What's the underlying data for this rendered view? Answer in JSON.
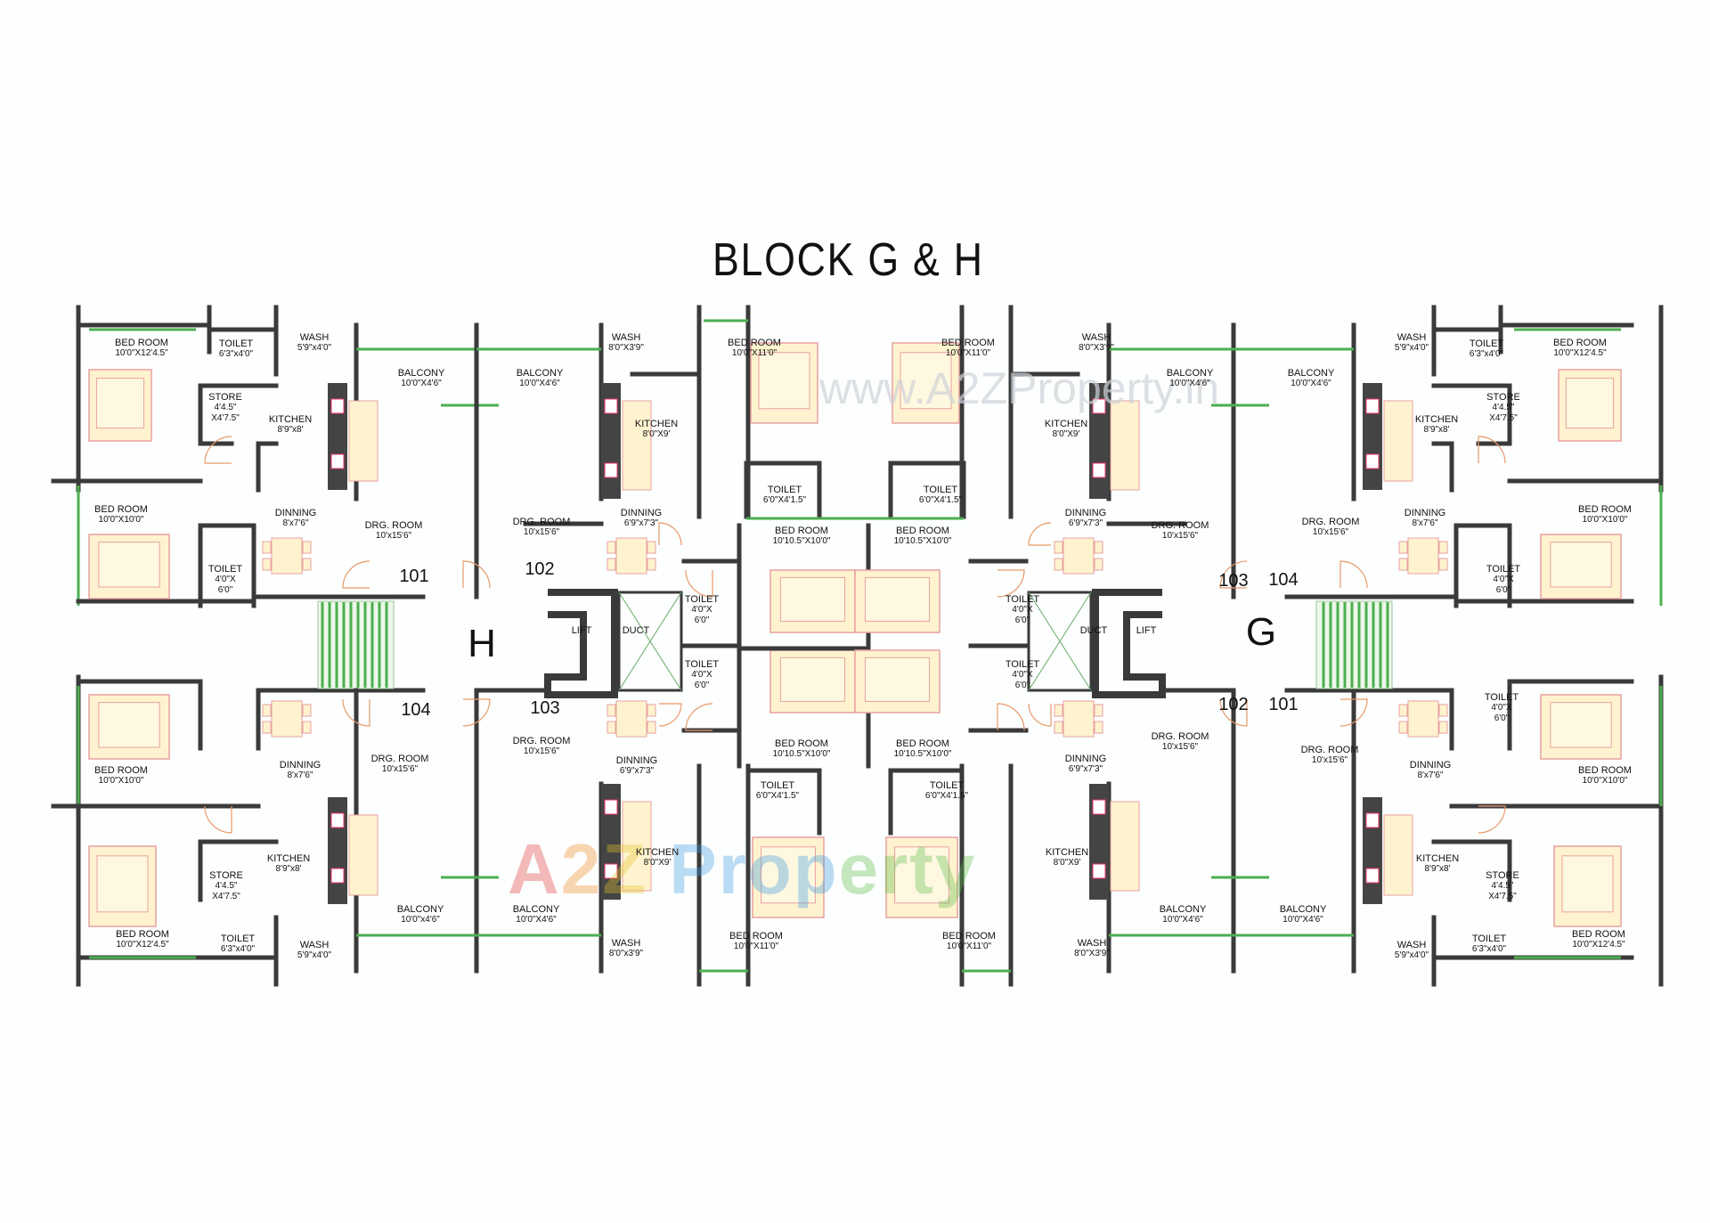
{
  "title": "BLOCK G & H",
  "watermark_url": "www.A2ZProperty.in",
  "watermark_logo": [
    "A",
    "2",
    "Z",
    " Prop",
    "erty"
  ],
  "blocks": {
    "h": "H",
    "g": "G"
  },
  "flats": {
    "h101": "101",
    "h102": "102",
    "h103": "103",
    "h104": "104",
    "g101": "101",
    "g102": "102",
    "g103": "103",
    "g104": "104"
  },
  "rooms": [
    {
      "id": "r1",
      "name": "BED ROOM",
      "dim": "10'0\"X12'4.5\""
    },
    {
      "id": "r2",
      "name": "TOILET",
      "dim": "6'3\"x4'0\""
    },
    {
      "id": "r3",
      "name": "WASH",
      "dim": "5'9\"x4'0\""
    },
    {
      "id": "r4",
      "name": "STORE",
      "dim": "4'4.5\"\nX4'7.5\""
    },
    {
      "id": "r5",
      "name": "KITCHEN",
      "dim": "8'9\"x8'"
    },
    {
      "id": "r6",
      "name": "BALCONY",
      "dim": "10'0\"X4'6\""
    },
    {
      "id": "r7",
      "name": "BED ROOM",
      "dim": "10'0\"X10'0\""
    },
    {
      "id": "r8",
      "name": "DINNING",
      "dim": "8'x7'6\""
    },
    {
      "id": "r9",
      "name": "DRG. ROOM",
      "dim": "10'x15'6\""
    },
    {
      "id": "r10",
      "name": "TOILET",
      "dim": "4'0\"X\n6'0\""
    },
    {
      "id": "r11",
      "name": "BALCONY",
      "dim": "10'0\"X4'6\""
    },
    {
      "id": "r12",
      "name": "WASH",
      "dim": "8'0\"X3'9\""
    },
    {
      "id": "r13",
      "name": "KITCHEN",
      "dim": "8'0\"X9'"
    },
    {
      "id": "r14",
      "name": "BED ROOM",
      "dim": "10'0\"X11'0\""
    },
    {
      "id": "r15",
      "name": "TOILET",
      "dim": "6'0\"X4'1.5\""
    },
    {
      "id": "r16",
      "name": "DRG. ROOM",
      "dim": "10'x15'6\""
    },
    {
      "id": "r17",
      "name": "DINNING",
      "dim": "6'9\"x7'3\""
    },
    {
      "id": "r18",
      "name": "BED ROOM",
      "dim": "10'10.5\"X10'0\""
    },
    {
      "id": "r19",
      "name": "TOILET",
      "dim": "4'0\"X\n6'0\""
    },
    {
      "id": "r20",
      "name": "TOILET",
      "dim": "4'0\"X\n6'0\""
    },
    {
      "id": "r21",
      "name": "BED ROOM",
      "dim": "10'0\"X10'0\""
    },
    {
      "id": "r22",
      "name": "DINNING",
      "dim": "8'x7'6\""
    },
    {
      "id": "r23",
      "name": "DRG. ROOM",
      "dim": "10'x15'6\""
    },
    {
      "id": "r24",
      "name": "DRG. ROOM",
      "dim": "10'x15'6\""
    },
    {
      "id": "r25",
      "name": "DINNING",
      "dim": "6'9\"x7'3\""
    },
    {
      "id": "r26",
      "name": "BED ROOM",
      "dim": "10'10.5\"X10'0\""
    },
    {
      "id": "r27",
      "name": "KITCHEN",
      "dim": "8'9\"x8'"
    },
    {
      "id": "r28",
      "name": "STORE",
      "dim": "4'4.5\"\nX4'7.5\""
    },
    {
      "id": "r29",
      "name": "TOILET",
      "dim": "6'0\"X4'1.5\""
    },
    {
      "id": "r30",
      "name": "KITCHEN",
      "dim": "8'0\"X9'"
    },
    {
      "id": "r31",
      "name": "BED ROOM",
      "dim": "10'0\"X12'4.5\""
    },
    {
      "id": "r32",
      "name": "TOILET",
      "dim": "6'3\"x4'0\""
    },
    {
      "id": "r33",
      "name": "WASH",
      "dim": "5'9\"x4'0\""
    },
    {
      "id": "r34",
      "name": "BALCONY",
      "dim": "10'0\"x4'6\""
    },
    {
      "id": "r35",
      "name": "BALCONY",
      "dim": "10'0\"X4'6\""
    },
    {
      "id": "r36",
      "name": "WASH",
      "dim": "8'0\"x3'9\""
    },
    {
      "id": "r37",
      "name": "BED ROOM",
      "dim": "10'0\"X11'0\""
    },
    {
      "id": "r38",
      "name": "BED ROOM",
      "dim": "10'0\"X11'0\""
    },
    {
      "id": "r39",
      "name": "WASH",
      "dim": "8'0\"X3'9\""
    },
    {
      "id": "r40",
      "name": "BALCONY",
      "dim": "10'0\"X4'6\""
    },
    {
      "id": "r41",
      "name": "BALCONY",
      "dim": "10'0\"X4'6\""
    },
    {
      "id": "r42",
      "name": "WASH",
      "dim": "5'9\"x4'0\""
    },
    {
      "id": "r43",
      "name": "TOILET",
      "dim": "6'3\"x4'0\""
    },
    {
      "id": "r44",
      "name": "BED ROOM",
      "dim": "10'0\"X12'4.5\""
    },
    {
      "id": "r45",
      "name": "STORE",
      "dim": "4'4.5\"\nX4'7.5\""
    },
    {
      "id": "r46",
      "name": "KITCHEN",
      "dim": "8'9\"x8'"
    },
    {
      "id": "r47",
      "name": "KITCHEN",
      "dim": "8'0\"X9'"
    },
    {
      "id": "r48",
      "name": "TOILET",
      "dim": "6'0\"X4'1.5\""
    },
    {
      "id": "r49",
      "name": "BED ROOM",
      "dim": "10'10.5\"X10'0\""
    },
    {
      "id": "r50",
      "name": "DINNING",
      "dim": "6'9\"x7'3\""
    },
    {
      "id": "r51",
      "name": "DRG. ROOM",
      "dim": "10'x15'6\""
    },
    {
      "id": "r52",
      "name": "DRG. ROOM",
      "dim": "10'x15'6\""
    },
    {
      "id": "r53",
      "name": "DINNING",
      "dim": "8'x7'6\""
    },
    {
      "id": "r54",
      "name": "BED ROOM",
      "dim": "10'0\"X10'0\""
    },
    {
      "id": "r55",
      "name": "TOILET",
      "dim": "4'0\"X\n6'0\""
    },
    {
      "id": "r56",
      "name": "TOILET",
      "dim": "4'0\"X\n6'0\""
    },
    {
      "id": "r57",
      "name": "TOILET",
      "dim": "4'0\"X\n6'0\""
    },
    {
      "id": "r58",
      "name": "BED ROOM",
      "dim": "10'10.5\"X10'0\""
    },
    {
      "id": "r59",
      "name": "DINNING",
      "dim": "6'9\"x7'3\""
    },
    {
      "id": "r60",
      "name": "DRG. ROOM",
      "dim": "10'x15'6\""
    },
    {
      "id": "r61",
      "name": "DRG. ROOM",
      "dim": "10'x15'6\""
    },
    {
      "id": "r62",
      "name": "DINNING",
      "dim": "8'x7'6\""
    },
    {
      "id": "r63",
      "name": "TOILET",
      "dim": "4'0\"X\n6'0\""
    },
    {
      "id": "r64",
      "name": "BED ROOM",
      "dim": "10'0\"X10'0\""
    },
    {
      "id": "r65",
      "name": "TOILET",
      "dim": "6'0\"X4'1.5\""
    },
    {
      "id": "r66",
      "name": "KITCHEN",
      "dim": "8'0\"X9'"
    },
    {
      "id": "r67",
      "name": "KITCHEN",
      "dim": "8'9\"x8'"
    },
    {
      "id": "r68",
      "name": "STORE",
      "dim": "4'4.5\"\nX4'7.5\""
    },
    {
      "id": "r69",
      "name": "BALCONY",
      "dim": "10'0\"X4'6\""
    },
    {
      "id": "r70",
      "name": "BALCONY",
      "dim": "10'0\"X4'6\""
    },
    {
      "id": "r71",
      "name": "WASH",
      "dim": "8'0\"X3'9\""
    },
    {
      "id": "r72",
      "name": "BED ROOM",
      "dim": "10'0\"X11'0\""
    },
    {
      "id": "r73",
      "name": "WASH",
      "dim": "5'9\"x4'0\""
    },
    {
      "id": "r74",
      "name": "TOILET",
      "dim": "6'3\"x4'0\""
    },
    {
      "id": "r75",
      "name": "BED ROOM",
      "dim": "10'0\"X12'4.5\""
    }
  ],
  "core": {
    "lift": "LIFT",
    "duct": "DUCT"
  },
  "colors": {
    "wall": "#3a3a3a",
    "window": "#4caf50",
    "furniture": "#fff3cf",
    "furniture_edge": "#e8a0a0",
    "kitchen_counter": "#444444"
  }
}
